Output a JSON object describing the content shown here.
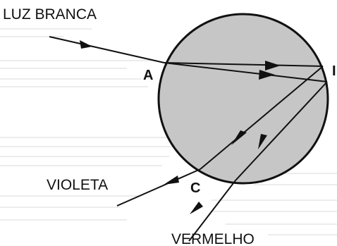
{
  "labels": {
    "white_light": "LUZ BRANCA",
    "point_a": "A",
    "point_b": "I",
    "point_c": "C",
    "violet": "VIOLETA",
    "red": "VERMELHO"
  },
  "colors": {
    "drop_fill": "#c6c6c6",
    "drop_stroke": "#111111",
    "ray": "#111111",
    "background": "#ffffff",
    "scan_noise": "#d9d9d9"
  }
}
